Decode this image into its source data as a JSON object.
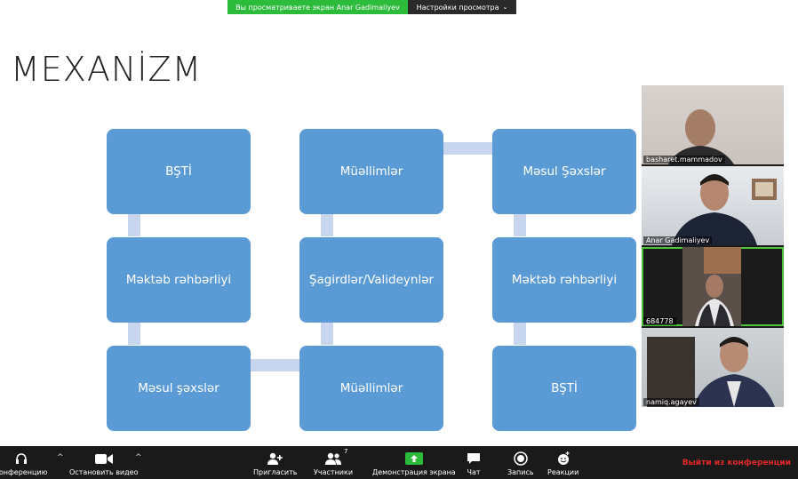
{
  "banner": {
    "sharing_text": "Вы просматриваете экран Anar Gadimaliyev",
    "view_options": "Настройки просмотра"
  },
  "slide": {
    "title": "MEXANİZM",
    "boxes": [
      "BŞTİ",
      "Müəllimlər",
      "Məsul Şəxslər",
      "Məktəb rəhbərliyi",
      "Şagirdlər/Valideynlər",
      "Məktəb rəhbərliyi",
      "Məsul şəxslər",
      "Müəllimlər",
      "BŞTİ"
    ]
  },
  "participants": [
    {
      "name": "basharet.mammadov"
    },
    {
      "name": "Anar Gadimaliyev"
    },
    {
      "name": "684778"
    },
    {
      "name": "namiq.agayev"
    }
  ],
  "toolbar": {
    "audio_label": "конференцию",
    "video_label": "Остановить видео",
    "invite_label": "Пригласить",
    "participants_label": "Участники",
    "participants_count": "7",
    "share_label": "Демонстрация экрана",
    "chat_label": "Чат",
    "record_label": "Запись",
    "reactions_label": "Реакции",
    "end_label": "Выйти из конференции"
  },
  "colors": {
    "box": "#5b9bd5",
    "connector": "#c7d5ee",
    "share_green": "#2dbb3c",
    "end_red": "#e02828"
  }
}
